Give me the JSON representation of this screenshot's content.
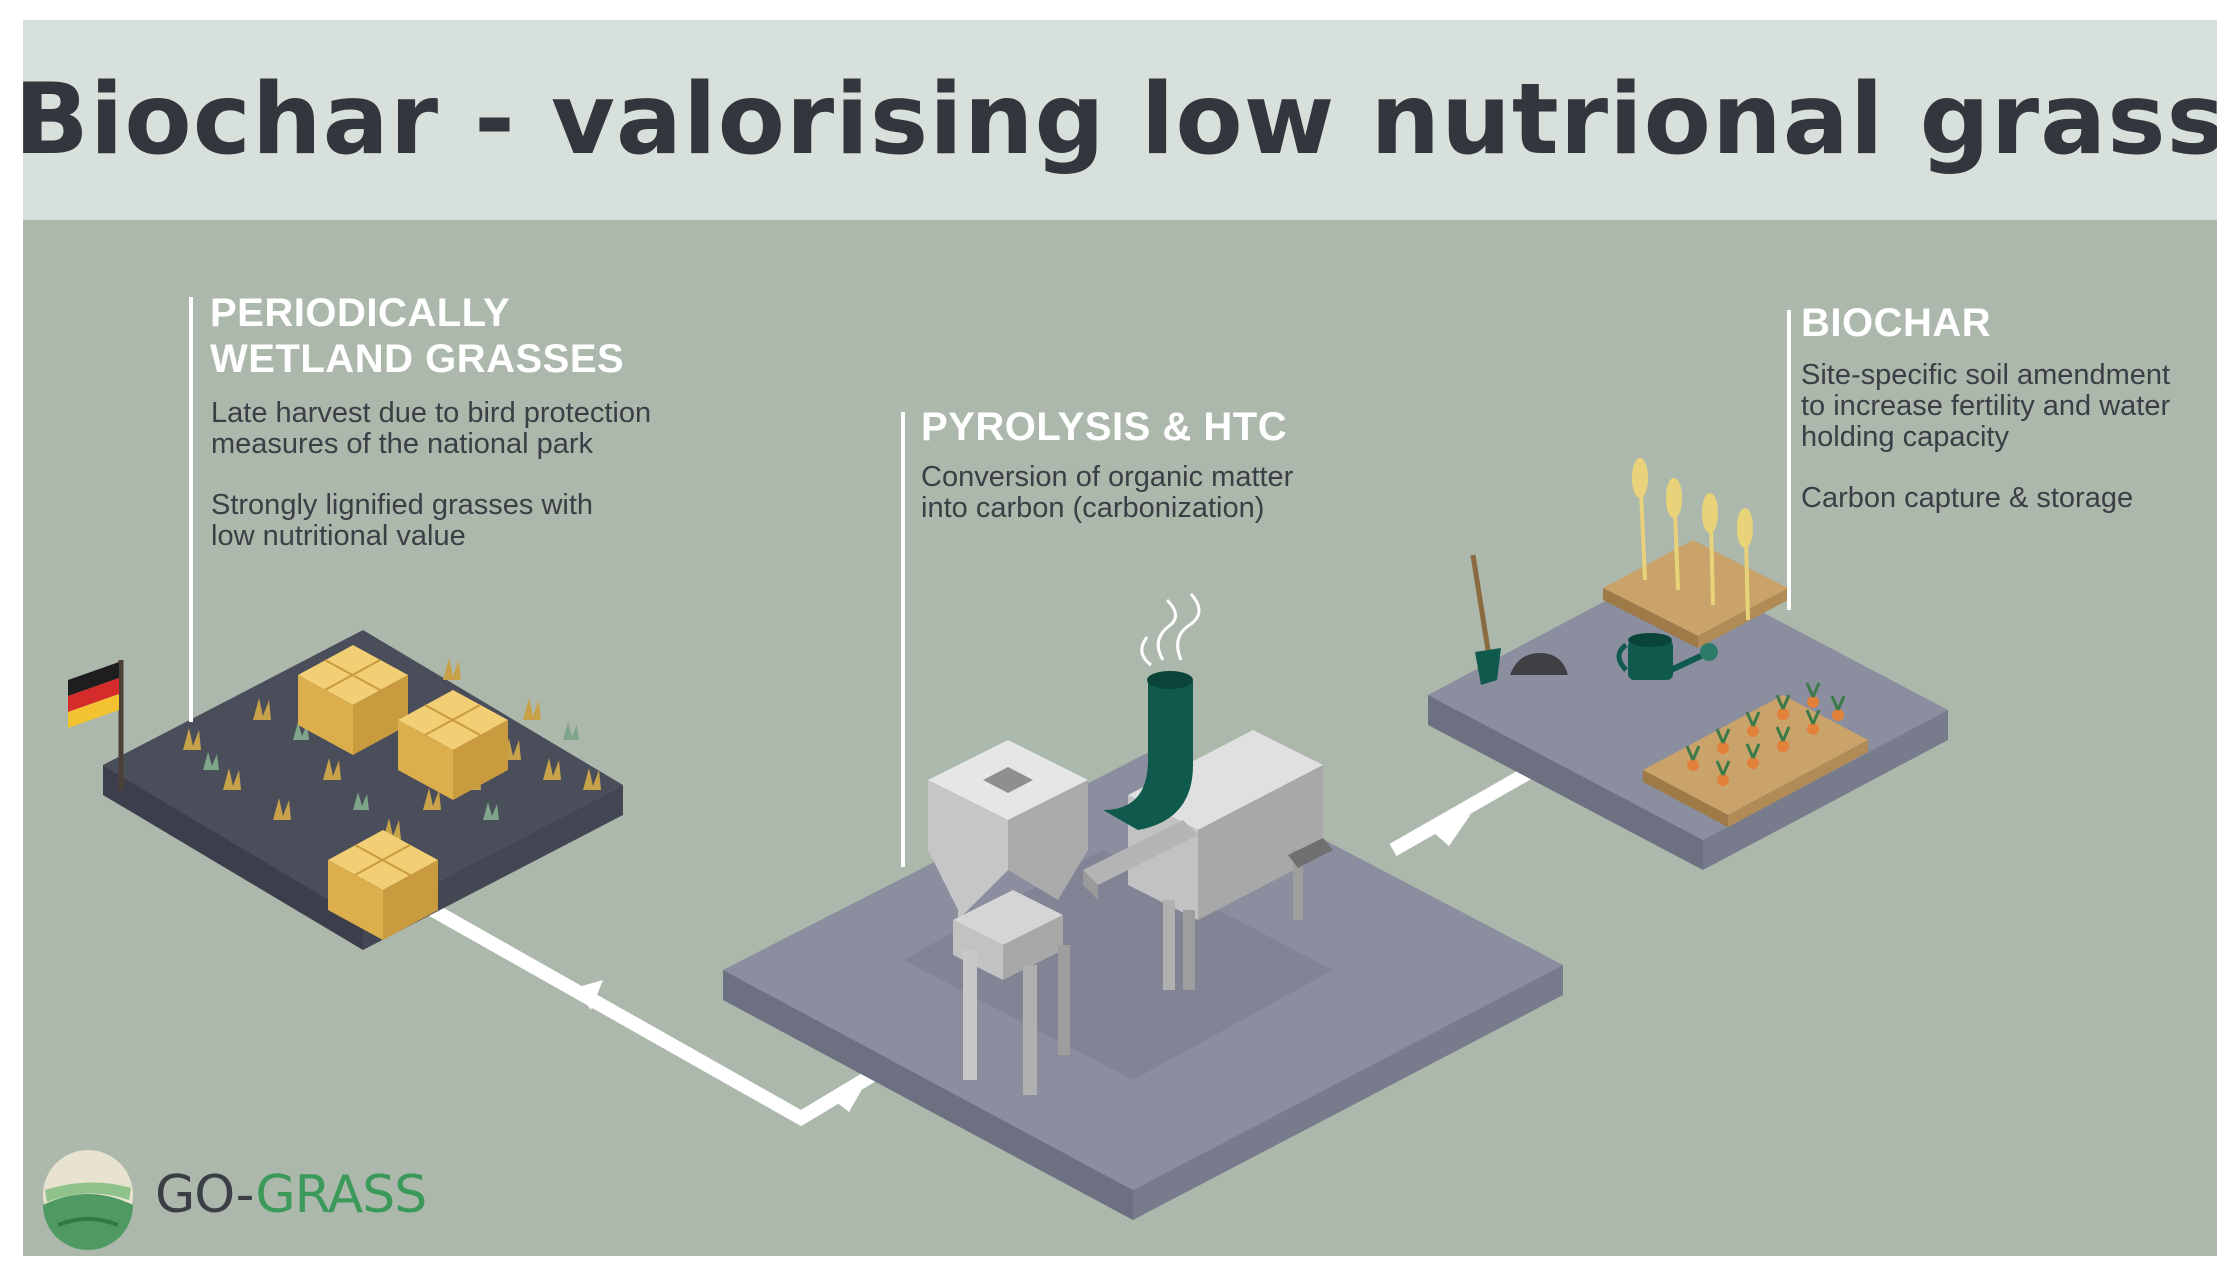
{
  "title": "Biochar - valorising low nutrional grass",
  "steps": [
    {
      "heading": "PERIODICALLY WETLAND GRASSES",
      "lines": [
        "Late harvest due to bird protection",
        "measures of the national park",
        "Strongly lignified grasses with",
        "low nutritional value"
      ]
    },
    {
      "heading": "PYROLYSIS & HTC",
      "lines": [
        "Conversion of organic matter",
        "into carbon (carbonization)"
      ]
    },
    {
      "heading": "BIOCHAR",
      "lines": [
        "Site-specific soil amendment",
        "to increase fertility and water",
        "holding capacity",
        "Carbon capture & storage"
      ]
    }
  ],
  "logo": {
    "prefix": "GO-",
    "suffix": "GRASS"
  },
  "icons": {
    "flag": "germany-flag-icon",
    "hay": "hay-bale-icon",
    "machine": "pyrolysis-reactor-icon",
    "shovel": "shovel-icon",
    "watering_can": "watering-can-icon",
    "wheat": "wheat-plant-icon",
    "carrot": "carrot-plant-icon"
  },
  "colors": {
    "background": "#adb8ac",
    "header": "#d8e0db",
    "title": "#33373d",
    "platform_top": "#8a8e9e",
    "platform_side": "#6c7080",
    "field_dark": "#4e5160",
    "hay": "#e9be5c",
    "chimney": "#0f5a4c",
    "logo_green": "#3b9a5a"
  }
}
